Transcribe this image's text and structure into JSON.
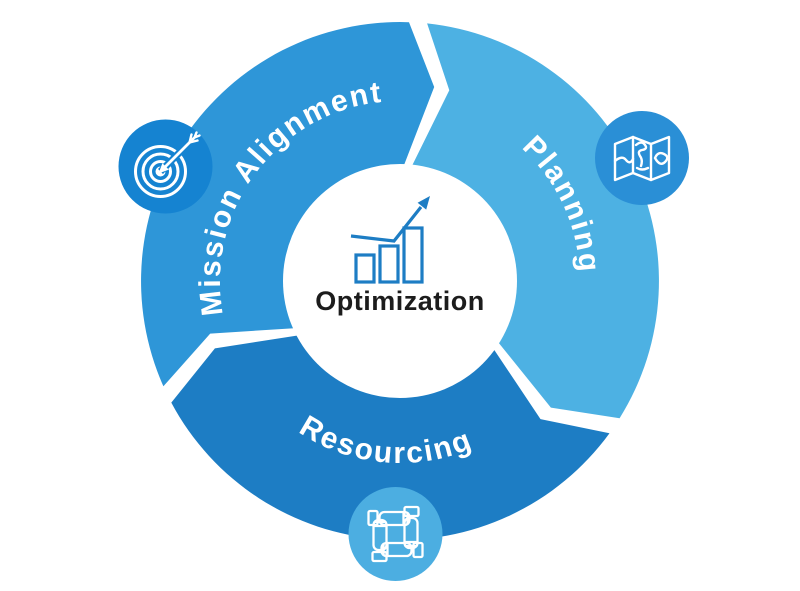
{
  "diagram": {
    "type": "cycle-diagram",
    "flow_direction": "clockwise",
    "background_color": "#ffffff",
    "center": {
      "label": "Optimization",
      "label_color": "#1c1c1c",
      "icon": "growth-bar-chart-icon",
      "icon_color": "#1d7dc4",
      "circle_color": "#ffffff"
    },
    "segments": [
      {
        "label": "Mission Alignment",
        "position": "upper-left",
        "color": "#2e96d8",
        "icon": "target-arrow-icon",
        "icon_circle_color": "#1583d1"
      },
      {
        "label": "Planning",
        "position": "right",
        "color": "#4db1e3",
        "icon": "folded-map-icon",
        "icon_circle_color": "#2a8fd6"
      },
      {
        "label": "Resourcing",
        "position": "bottom",
        "color": "#1d7dc4",
        "icon": "joined-hands-icon",
        "icon_circle_color": "#4caee1"
      }
    ],
    "ring_label_color": "#ffffff"
  }
}
